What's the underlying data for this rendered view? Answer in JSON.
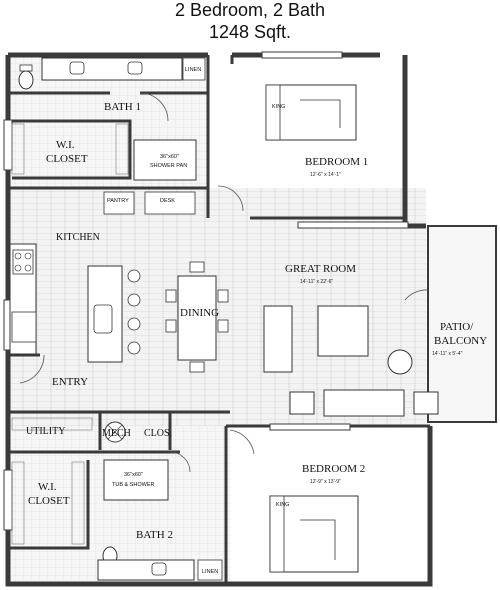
{
  "header": {
    "title_line1": "2 Bedroom, 2 Bath",
    "title_line2": "1248 Sqft."
  },
  "rooms": {
    "bath1": "BATH 1",
    "wi_closet_top": "W.I.",
    "wi_closet_bottom": "CLOSET",
    "shower_pan_size": "36\"x60\"",
    "shower_pan": "SHOWER PAN",
    "linen": "LINEN",
    "bedroom1": "BEDROOM 1",
    "bedroom1_dim": "12'-6\" x 14'-1\"",
    "king": "KING",
    "pantry": "PANTRY",
    "desk": "DESK",
    "kitchen": "KITCHEN",
    "great_room": "GREAT ROOM",
    "great_room_dim": "14'-11\" x 22'-6\"",
    "dining": "DINING",
    "patio_top": "PATIO/",
    "patio_bottom": "BALCONY",
    "patio_dim": "14'-11\" x 5'-4\"",
    "entry": "ENTRY",
    "utility": "UTILITY",
    "mech": "MECH",
    "clos": "CLOS.",
    "wi_closet2_top": "W.I.",
    "wi_closet2_bottom": "CLOSET",
    "tub_size": "36\"x60\"",
    "tub": "TUB & SHOWER",
    "bath2": "BATH 2",
    "linen2": "LINEN",
    "bedroom2": "BEDROOM 2",
    "bedroom2_dim": "12'-9\" x 13'-9\"",
    "king2": "KING"
  },
  "colors": {
    "wall": "#3a3a3a",
    "floor_lines": "#c8c8c8",
    "background": "#ffffff"
  }
}
